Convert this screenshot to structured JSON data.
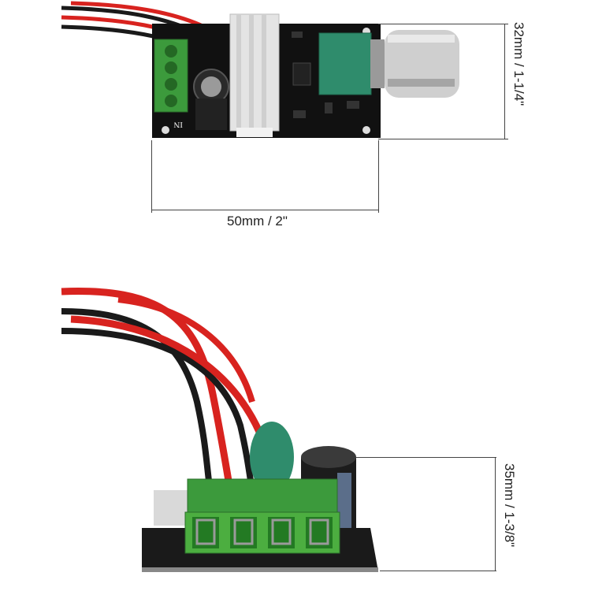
{
  "product_photos": {
    "top_view": {
      "width_dimension": "50mm / 2\"",
      "height_dimension": "32mm / 1-1/4\"",
      "terminal_marking": "IN"
    },
    "side_view": {
      "height_dimension": "35mm / 1-3/8\""
    }
  },
  "colors": {
    "pcb": "#111111",
    "terminal_green": "#3c9a3c",
    "wire_red": "#d8231f",
    "wire_black": "#1a1a1a",
    "knob_metal": "#c9c9c9",
    "heatsink": "#e4e4e4",
    "pot_green": "#2f8c6c"
  }
}
